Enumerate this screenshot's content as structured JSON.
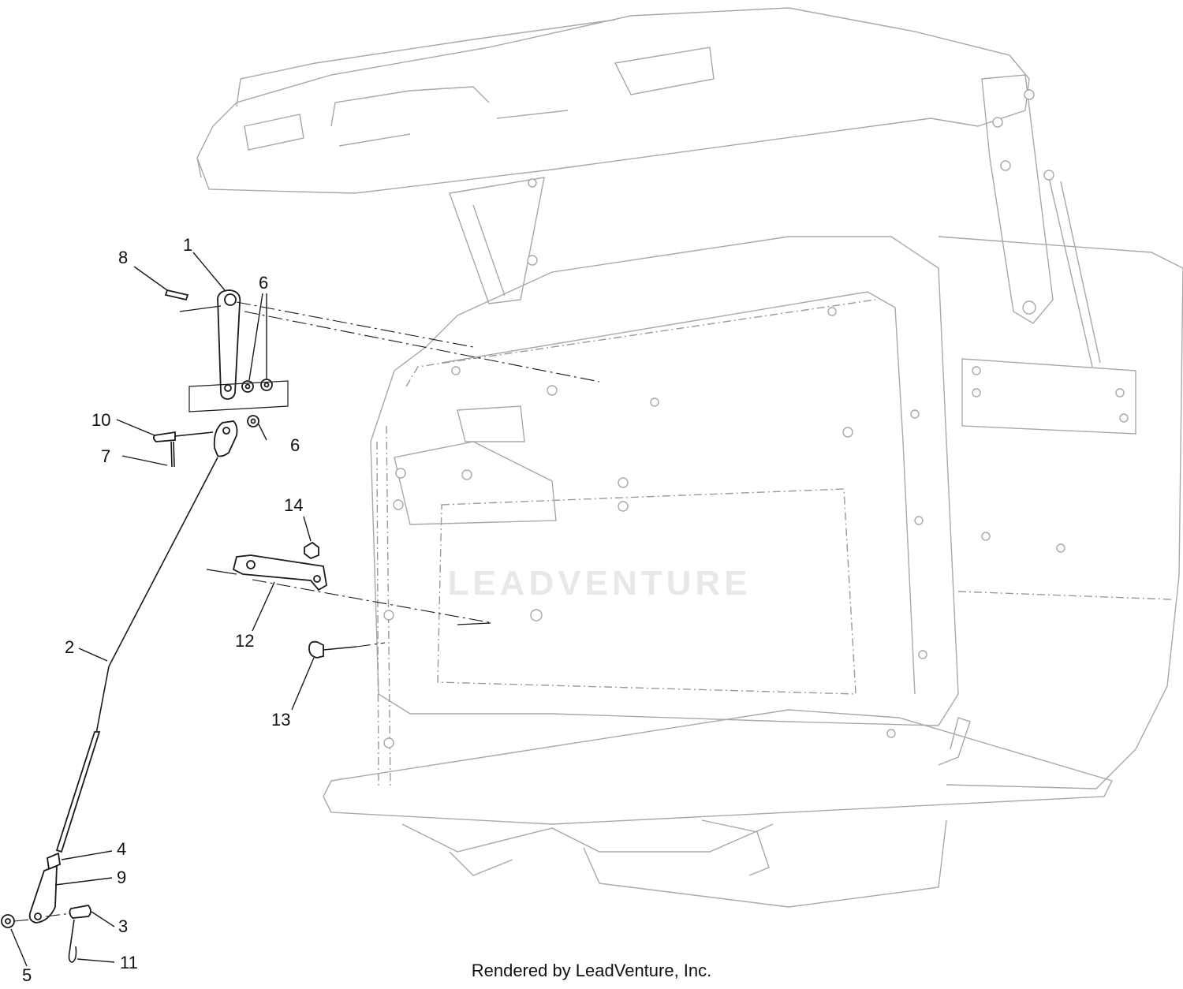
{
  "diagram": {
    "callouts": [
      "1",
      "2",
      "3",
      "4",
      "5",
      "6",
      "6",
      "7",
      "8",
      "9",
      "10",
      "11",
      "12",
      "13",
      "14"
    ]
  },
  "watermark": {
    "text": "LEADVENTURE"
  },
  "footer": {
    "text": "Rendered by LeadVenture, Inc."
  }
}
